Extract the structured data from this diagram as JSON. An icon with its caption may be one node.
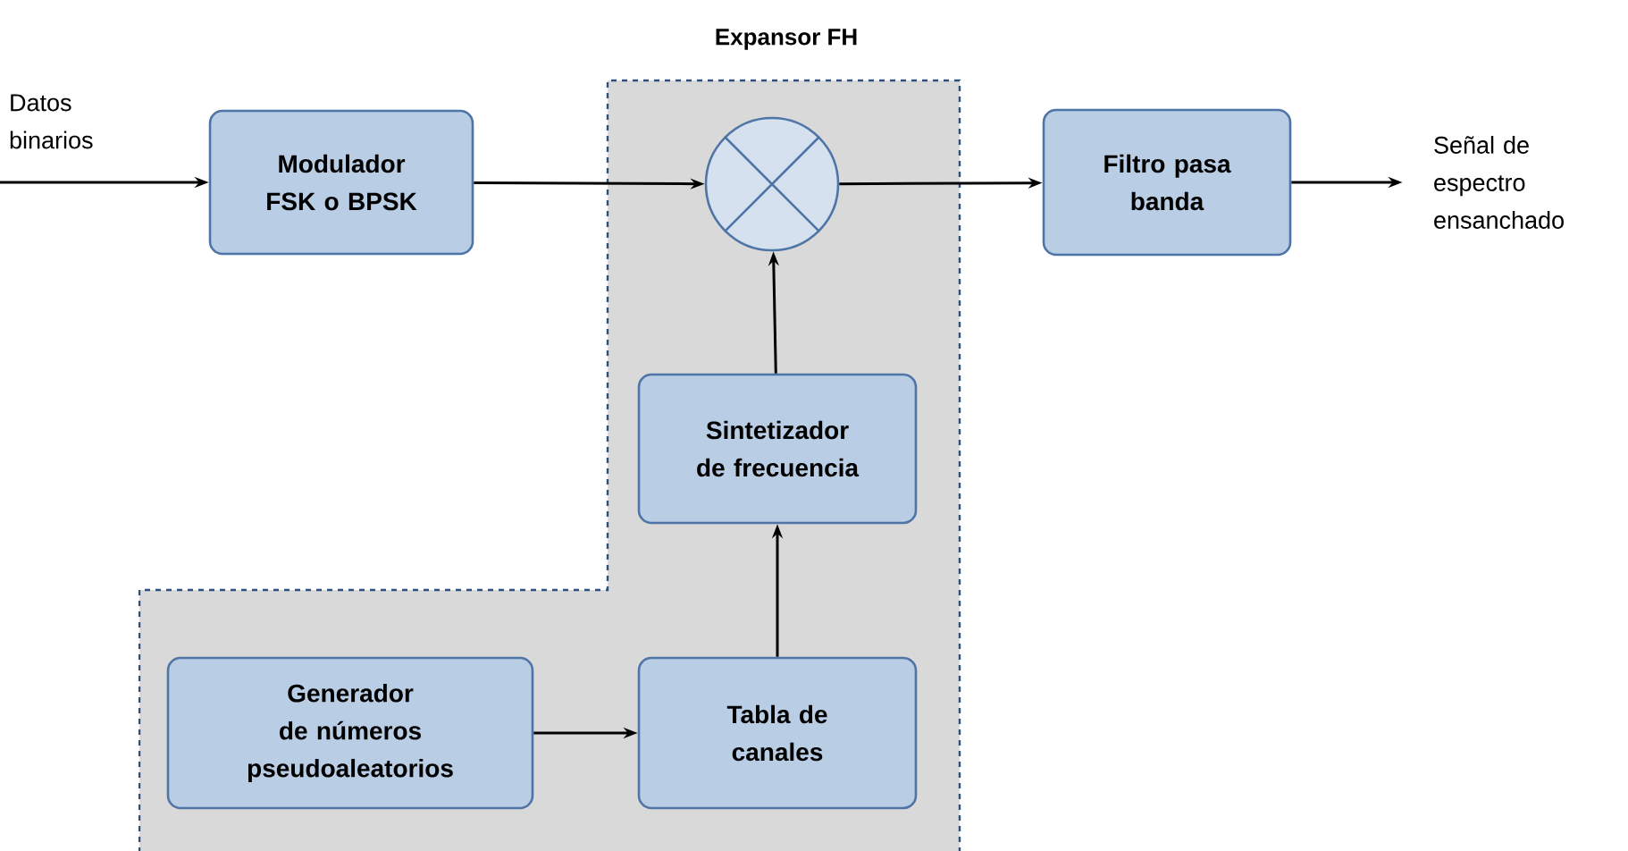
{
  "diagram": {
    "nodes": [
      {
        "text": [
          "Datos binarios"
        ]
      },
      {
        "text": [
          "Modulador FSK o BPSK"
        ]
      },
      {
        "text": [
          "Expansor FH"
        ]
      },
      {
        "text": [],
        "shape": "circle",
        "in": 2
      },
      {
        "text": [
          "Filtro pasa banda"
        ]
      },
      {
        "text": [
          "Señal de espectro ensanchado"
        ]
      },
      {
        "text": [
          "Sintetizador de frecuencia"
        ],
        "in": 2
      },
      {
        "text": [
          "Generador de números pseudoaleatorios"
        ],
        "in": 2
      },
      {
        "text": [
          "Tabla de canales"
        ],
        "in": 2
      }
    ],
    "edges": [
      {
        "from": 0,
        "to": 1,
        "arrow": "to"
      },
      {
        "from": 1,
        "to": 3,
        "arrow": "to"
      },
      {
        "from": 3,
        "to": 4,
        "arrow": "to"
      },
      {
        "from": 4,
        "to": 5,
        "arrow": "to"
      },
      {
        "from": 6,
        "to": 3,
        "arrow": "to"
      },
      {
        "from": 8,
        "to": 6,
        "arrow": "to"
      },
      {
        "from": 7,
        "to": 8,
        "arrow": "to"
      }
    ]
  }
}
